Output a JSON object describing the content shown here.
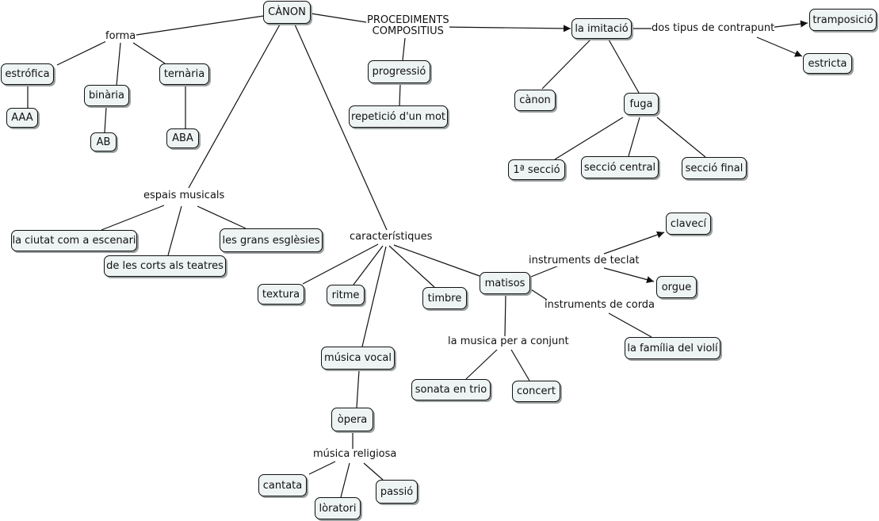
{
  "concept_map": {
    "root": "CÀNON",
    "nodes": {
      "canon": "CÀNON",
      "estrofica": "estrófica",
      "aaa": "AAA",
      "binaria": "binària",
      "ab": "AB",
      "ternaria": "ternària",
      "aba": "ABA",
      "progressio": "progressió",
      "repeticio": "repetició d'un mot",
      "imitacio": "la imitació",
      "tramposicio": "tramposició",
      "estricta": "estricta",
      "canon_small": "cànon",
      "fuga": "fuga",
      "seccio1": "1ª secció",
      "seccio_central": "secció central",
      "seccio_final": "secció final",
      "ciutat": "la ciutat com a escenari",
      "corts": "de les corts als teatres",
      "esglesies": "les grans esglèsies",
      "textura": "textura",
      "ritme": "ritme",
      "timbre": "timbre",
      "matisos": "matisos",
      "clavecí": "clavecí",
      "orgue": "orgue",
      "violi": "la família del violí",
      "musica_vocal": "música vocal",
      "opera": "òpera",
      "cantata": "cantata",
      "oratori": "lòratori",
      "passio": "passió",
      "sonata": "sonata en trio",
      "concert": "concert"
    },
    "linking_phrases": {
      "forma": "forma",
      "procediments": "PROCEDIMENTS\nCOMPOSITIUS",
      "dos_tipus": "dos tipus de contrapunt",
      "espais": "espais musicals",
      "caracteristiques": "característiques",
      "teclat": "instruments de teclat",
      "corda": "instruments de corda",
      "conjunt": "la musica per a conjunt",
      "religiosa": "música religiosa"
    },
    "colors": {
      "node_fill": "#eef3f3",
      "node_border": "#111111",
      "line": "#111111"
    }
  }
}
